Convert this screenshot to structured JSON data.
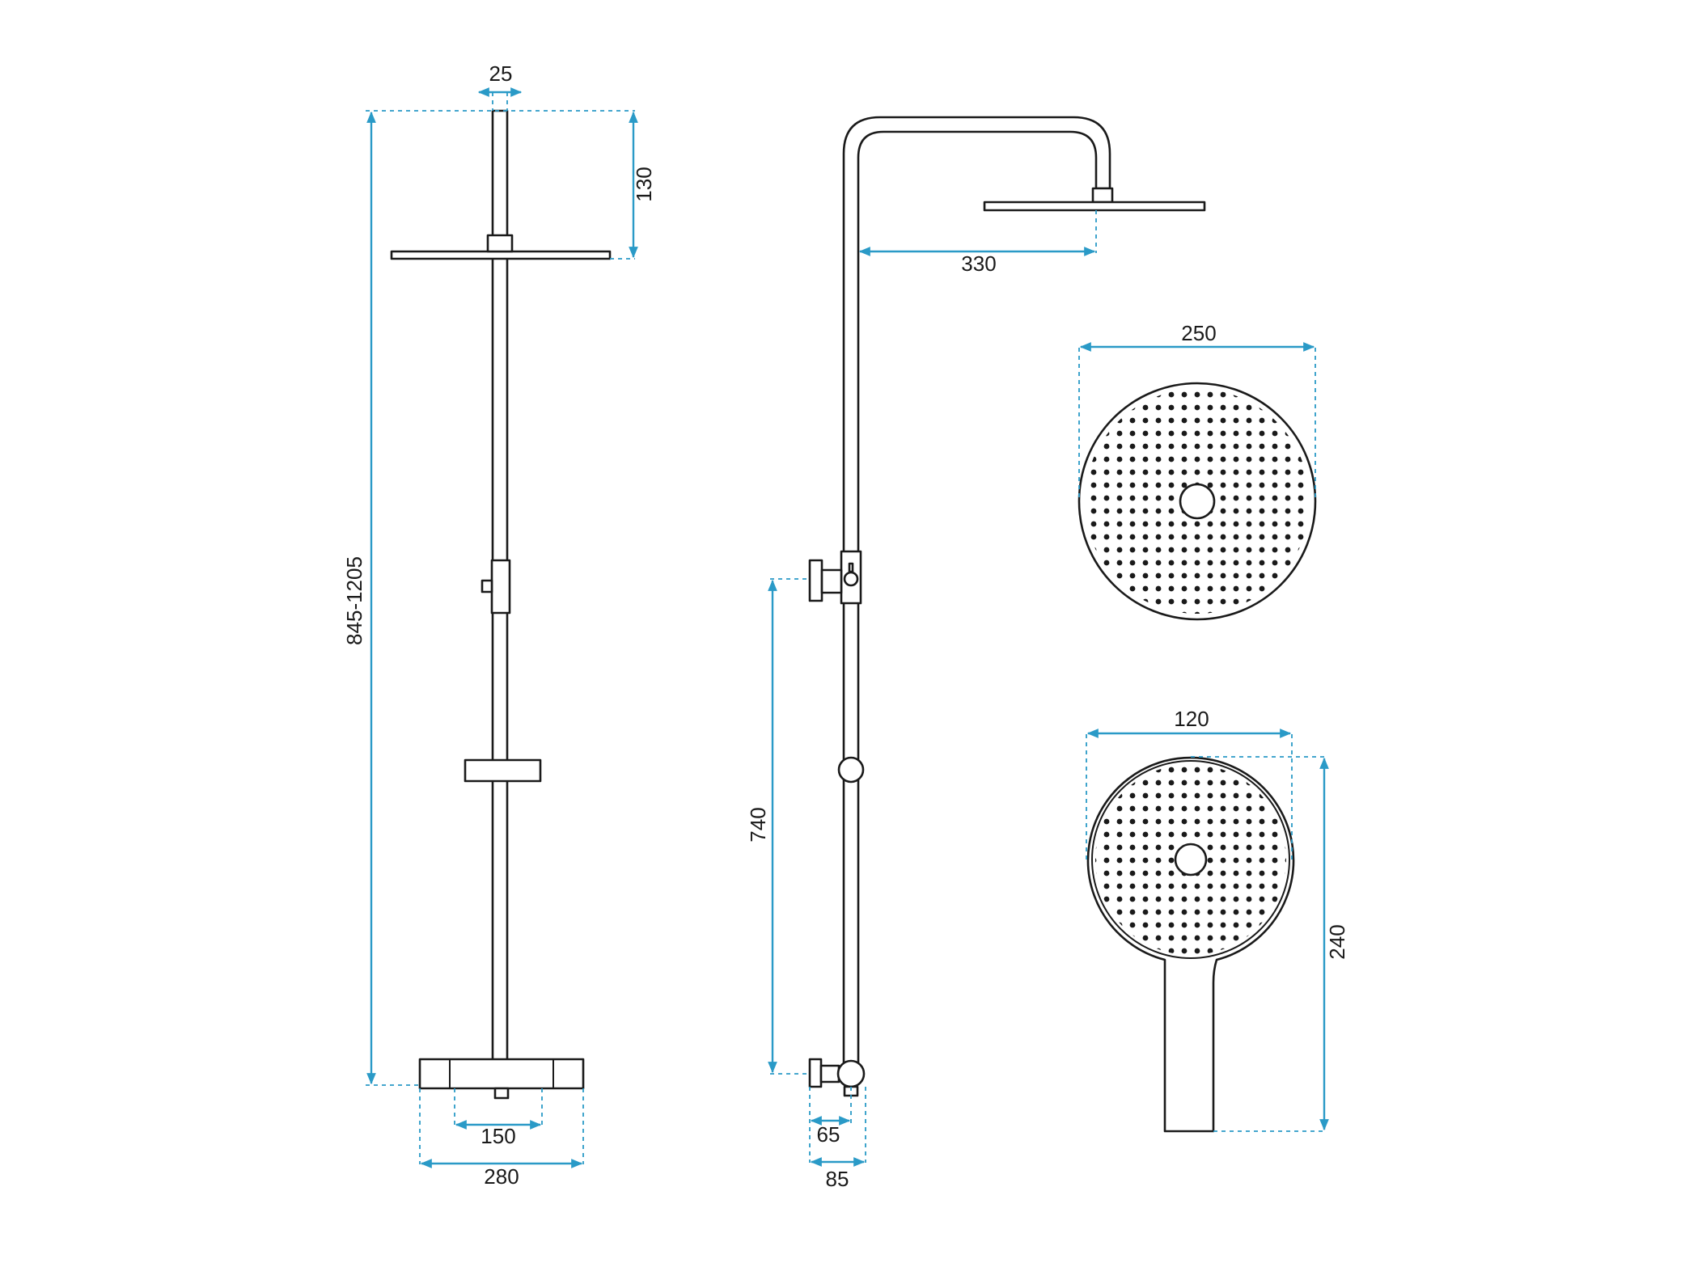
{
  "colors": {
    "line": "#1a1a1a",
    "dimension": "#2a9ac7",
    "background": "#ffffff"
  },
  "front_view": {
    "pipe_width": "25",
    "top_to_head": "130",
    "total_height": "845-1205",
    "inlet_spacing": "150",
    "mixer_width": "280"
  },
  "side_view": {
    "arm_reach": "330",
    "diverter_height": "740",
    "wall_inner": "65",
    "wall_outer": "85"
  },
  "overhead_head": {
    "diameter": "250"
  },
  "hand_shower": {
    "head_width": "120",
    "length": "240"
  }
}
